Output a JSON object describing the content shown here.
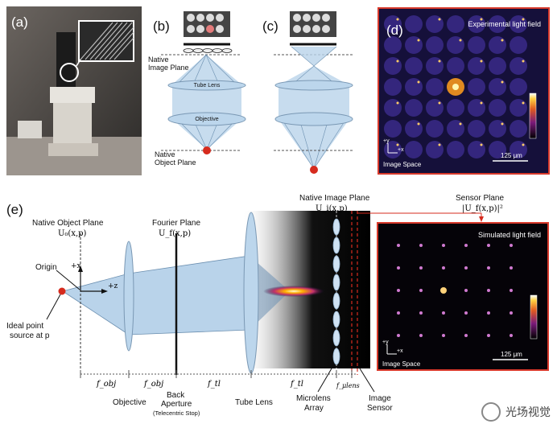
{
  "panels": {
    "a": {
      "label": "(a)"
    },
    "b": {
      "label": "(b)",
      "native_image_plane": [
        "Native",
        "Image Plane"
      ],
      "tube_lens": "Tube Lens",
      "objective": "Objective",
      "native_object_plane": [
        "Native",
        "Object Plane"
      ]
    },
    "c": {
      "label": "(c)"
    },
    "d": {
      "label": "(d)",
      "title": "Experimental light field",
      "scale": "125 μm",
      "space": "Image Space",
      "axis_y": "+y",
      "axis_x": "+x"
    },
    "e": {
      "label": "(e)",
      "native_object_plane": "Native Object Plane",
      "native_object_eq": "U₀(x,p)",
      "fourier_plane": "Fourier Plane",
      "fourier_eq": "U_f(x,p)",
      "native_image_plane": "Native Image Plane",
      "native_image_eq": "U_i(x,p)",
      "sensor_plane": "Sensor Plane",
      "sensor_eq": "|U_f(x,p)|²",
      "origin": "Origin",
      "ideal_point": [
        "Ideal point",
        "source at p"
      ],
      "axis_x": "+x",
      "axis_z": "+z",
      "dims": [
        "f_obj",
        "f_obj",
        "f_tl",
        "f_tl",
        "f_μlens"
      ],
      "bottom_labels": {
        "objective": "Objective",
        "back_aperture": [
          "Back",
          "Aperture"
        ],
        "telecentric": "(Telecentric Stop)",
        "tube_lens": "Tube Lens",
        "microlens": [
          "Microlens",
          "Array"
        ],
        "image_sensor": [
          "Image",
          "Sensor"
        ]
      },
      "sim": {
        "title": "Simulated light field",
        "scale": "125 μm",
        "space": "Image Space",
        "axis_y": "+y",
        "axis_x": "+x"
      }
    }
  },
  "watermark": "光场视觉",
  "colors": {
    "lens": "#bcd6ec",
    "beam": "#b9d3ea",
    "red": "#d62b1e",
    "frame": "#d8392b"
  }
}
